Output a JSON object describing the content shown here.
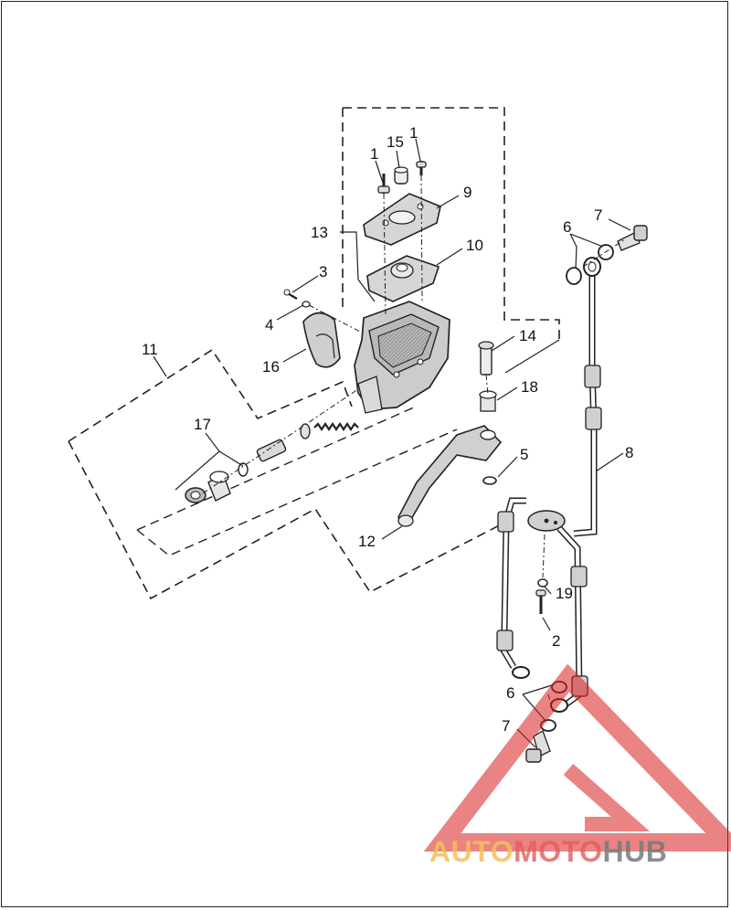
{
  "callouts": {
    "c1": "1",
    "c2": "2",
    "c3": "3",
    "c4": "4",
    "c5": "5",
    "c6": "6",
    "c7": "7",
    "c8": "8",
    "c9": "9",
    "c10": "10",
    "c11": "11",
    "c12": "12",
    "c13": "13",
    "c14": "14",
    "c15": "15",
    "c16": "16",
    "c17": "17",
    "c18": "18",
    "c19": "19"
  },
  "watermark": {
    "part_auto": "AUTO",
    "part_moto": "MOTO",
    "part_hub": "HUB"
  },
  "colors": {
    "line": "#222222",
    "part_fill": "#cccccc",
    "watermark_red": "#d91e1e",
    "watermark_yellow": "#f3c05a",
    "watermark_gray": "#7a7a7a"
  }
}
